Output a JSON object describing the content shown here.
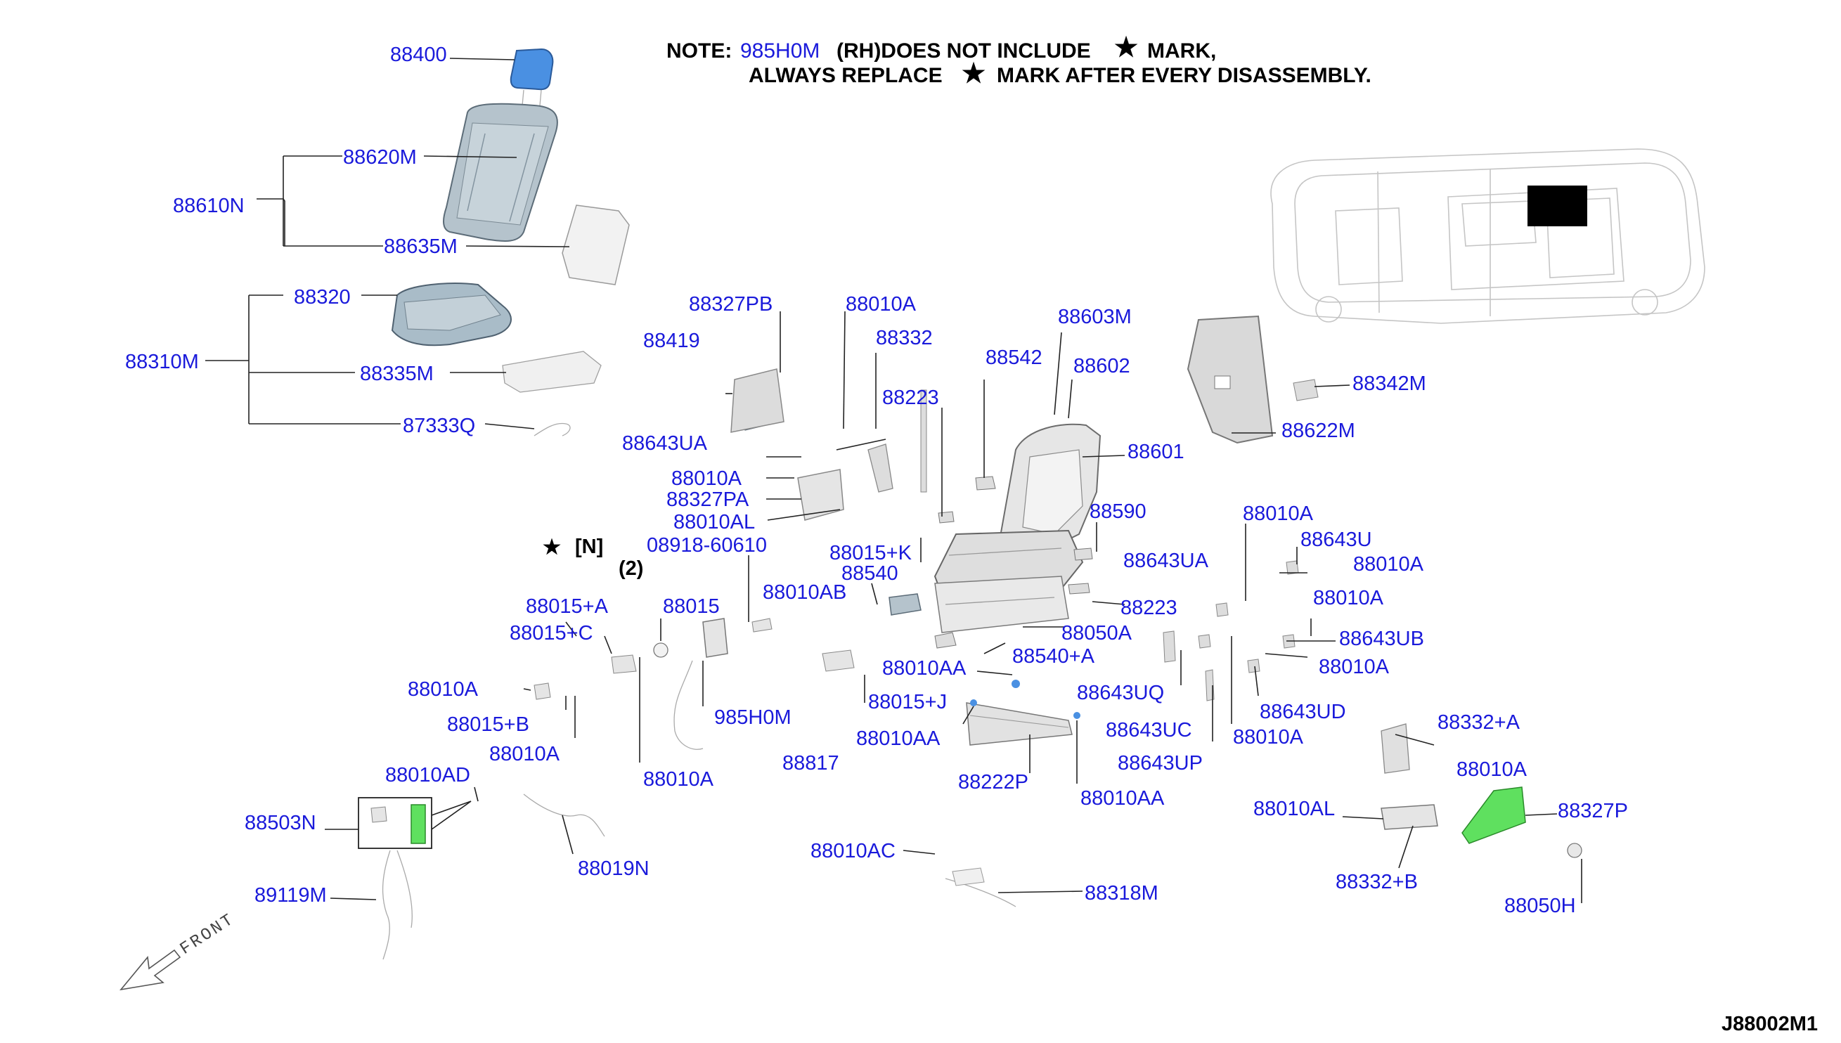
{
  "note": {
    "prefix": "NOTE:",
    "code": "985H0M",
    "line1_rest": "(RH)DOES NOT INCLUDE",
    "line1_end": "MARK,",
    "line2_start": "ALWAYS REPLACE",
    "line2_end": "MARK AFTER EVERY DISASSEMBLY.",
    "star_glyph": "★"
  },
  "figure_ref": "J88002M1",
  "front_label": "FRONT",
  "special_callout": {
    "star": "★",
    "tag": "[N]",
    "part": "08918-60610",
    "qty": "(2)"
  },
  "labels": {
    "l88400": "88400",
    "l88620M": "88620M",
    "l88610N": "88610N",
    "l88635M": "88635M",
    "l88320": "88320",
    "l88310M": "88310M",
    "l88335M": "88335M",
    "l87333Q": "87333Q",
    "l88327PB": "88327PB",
    "l88419": "88419",
    "l88643UA_a": "88643UA",
    "l88010A_1": "88010A",
    "l88327PA": "88327PA",
    "l88010AL_1": "88010AL",
    "l88010A_2": "88010A",
    "l88332": "88332",
    "l88223_a": "88223",
    "l88542": "88542",
    "l88603M": "88603M",
    "l88602": "88602",
    "l88601": "88601",
    "l88590": "88590",
    "l88015K": "88015+K",
    "l88540": "88540",
    "l88010AB": "88010AB",
    "l88223_b": "88223",
    "l88050A": "88050A",
    "l88540A": "88540+A",
    "l88010AA_1": "88010AA",
    "l88015J": "88015+J",
    "l88010AA_2": "88010AA",
    "l88817": "88817",
    "l88222P": "88222P",
    "l88010AA_3": "88010AA",
    "l88643UQ": "88643UQ",
    "l88643UC": "88643UC",
    "l88643UP": "88643UP",
    "l88643UA_b": "88643UA",
    "l88010A_3": "88010A",
    "l88643U": "88643U",
    "l88010A_4": "88010A",
    "l88010A_5": "88010A",
    "l88643UB": "88643UB",
    "l88010A_6": "88010A",
    "l88643UD": "88643UD",
    "l88010A_7": "88010A",
    "l88622M": "88622M",
    "l88342M": "88342M",
    "l88015A": "88015+A",
    "l88015C": "88015+C",
    "l88015": "88015",
    "l88010A_8": "88010A",
    "l88015B": "88015+B",
    "l88010A_9": "88010A",
    "l88010A_10": "88010A",
    "l985H0M": "985H0M",
    "l88010AD": "88010AD",
    "l88503N": "88503N",
    "l88019N": "88019N",
    "l89119M": "89119M",
    "l88010AC": "88010AC",
    "l88318M": "88318M",
    "l88332A": "88332+A",
    "l88010A_11": "88010A",
    "l88010AL_2": "88010AL",
    "l88332B": "88332+B",
    "l88327P": "88327P",
    "l88050H": "88050H"
  },
  "colors": {
    "callout_blue": "#1a1adb",
    "highlight_green": "#5fe05f",
    "headrest_blue": "#4a90e2",
    "redaction": "#000000"
  }
}
